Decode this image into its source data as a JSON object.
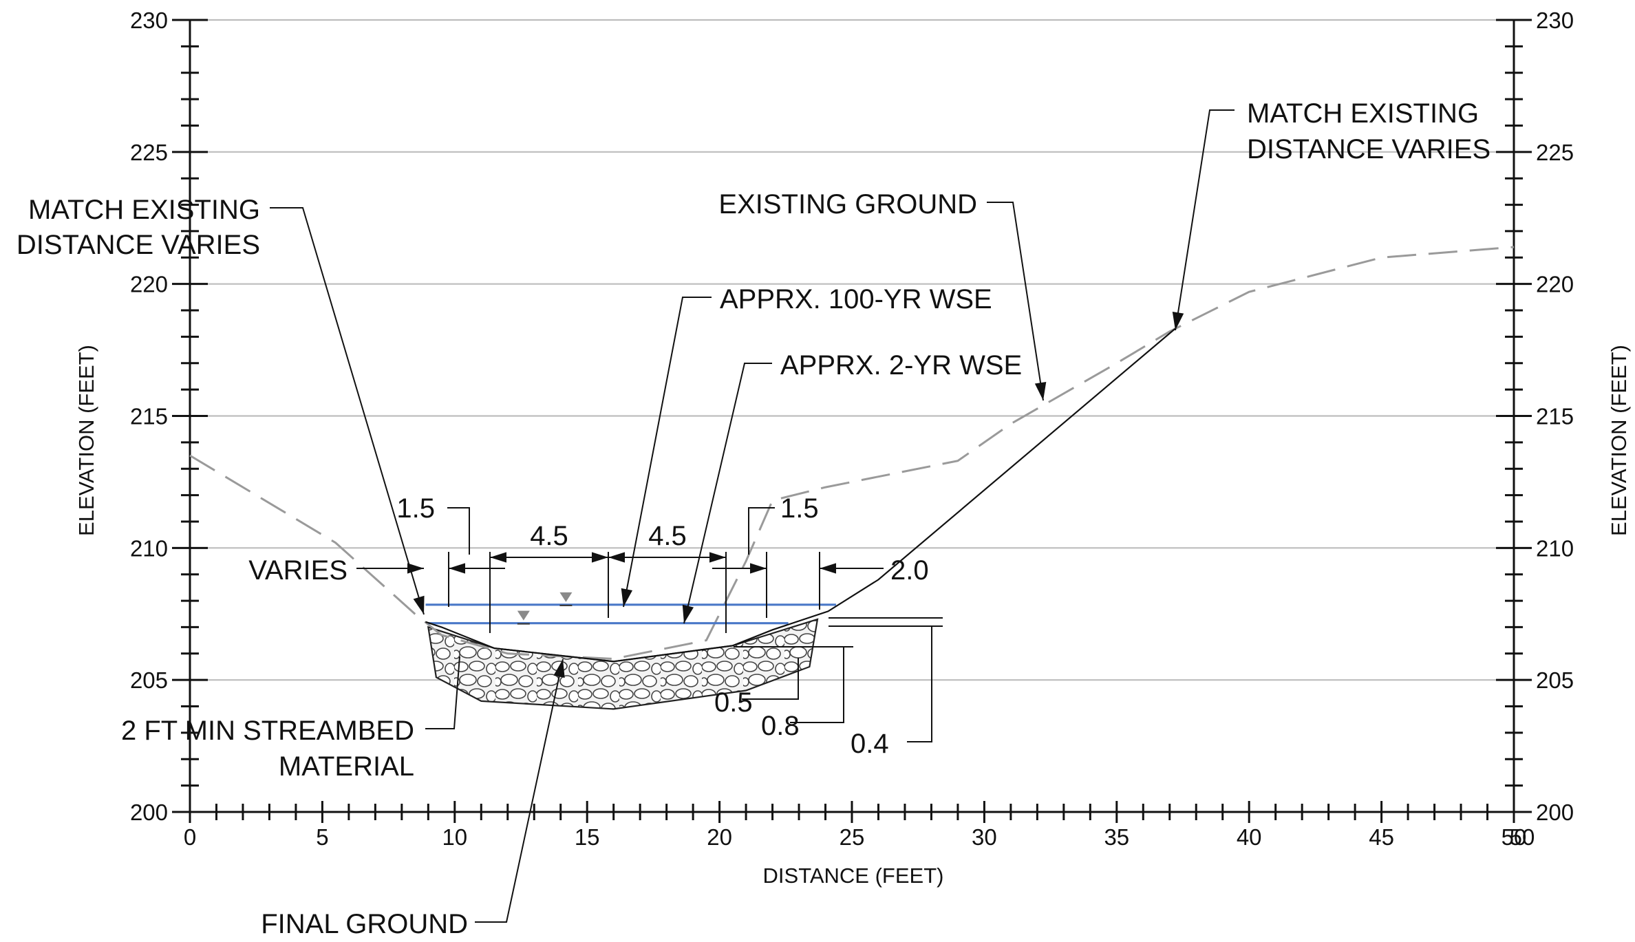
{
  "chart_data": {
    "type": "cross-section",
    "xlabel": "DISTANCE (FEET)",
    "ylabel": "ELEVATION (FEET)",
    "xlim": [
      0,
      50
    ],
    "ylim": [
      200,
      230
    ],
    "x_ticks": [
      0,
      5,
      10,
      15,
      20,
      25,
      30,
      35,
      40,
      45,
      50
    ],
    "x_tick_labels": [
      "0",
      "5",
      "10",
      "15",
      "20",
      "25",
      "30",
      "35",
      "40",
      "45",
      "50"
    ],
    "x_tick_label_at_right_axis": "50",
    "y_ticks": [
      200,
      205,
      210,
      215,
      220,
      225,
      230
    ],
    "y_tick_labels": [
      "200",
      "205",
      "210",
      "215",
      "220",
      "225",
      "230"
    ],
    "grid": true,
    "series": [
      {
        "key": "existing_ground",
        "style": "dashed-gray",
        "points": [
          [
            0,
            213.5
          ],
          [
            5.5,
            210.2
          ],
          [
            8.5,
            207.5
          ],
          [
            9.5,
            206.7
          ],
          [
            12,
            206.0
          ],
          [
            16,
            205.8
          ],
          [
            19.5,
            206.5
          ],
          [
            21,
            209.5
          ],
          [
            22,
            211.8
          ],
          [
            24,
            212.3
          ],
          [
            29,
            213.3
          ],
          [
            31,
            214.7
          ],
          [
            35,
            217.0
          ],
          [
            37,
            218.2
          ],
          [
            40,
            219.7
          ],
          [
            45,
            221.0
          ],
          [
            50,
            221.4
          ]
        ]
      },
      {
        "key": "final_ground",
        "style": "solid-black",
        "points": [
          [
            8.9,
            207.2
          ],
          [
            9.5,
            207.0
          ],
          [
            11.5,
            206.2
          ],
          [
            16,
            205.7
          ],
          [
            20.5,
            206.3
          ],
          [
            22,
            206.9
          ],
          [
            24.1,
            207.6
          ],
          [
            26,
            208.8
          ],
          [
            37.2,
            218.3
          ]
        ]
      },
      {
        "key": "streambed_material",
        "style": "cobble-fill",
        "points": [
          [
            9.0,
            207.0
          ],
          [
            11.5,
            206.2
          ],
          [
            16,
            205.7
          ],
          [
            20.5,
            206.3
          ],
          [
            23.7,
            207.3
          ],
          [
            23.4,
            205.5
          ],
          [
            21,
            204.6
          ],
          [
            16,
            203.9
          ],
          [
            11,
            204.2
          ],
          [
            9.3,
            205.1
          ]
        ]
      },
      {
        "key": "wse_100yr",
        "style": "solid-blue",
        "points": [
          [
            8.9,
            207.85
          ],
          [
            24.4,
            207.85
          ]
        ]
      },
      {
        "key": "wse_2yr",
        "style": "solid-blue",
        "points": [
          [
            9.0,
            207.15
          ],
          [
            22.6,
            207.15
          ]
        ]
      }
    ],
    "annotations": [
      {
        "key": "match_existing_left",
        "lines": [
          "MATCH EXISTING",
          "DISTANCE VARIES"
        ]
      },
      {
        "key": "match_existing_right",
        "lines": [
          "MATCH EXISTING",
          "DISTANCE VARIES"
        ]
      },
      {
        "key": "existing_ground",
        "lines": [
          "EXISTING GROUND"
        ]
      },
      {
        "key": "wse_100",
        "lines": [
          "APPRX. 100-YR WSE"
        ]
      },
      {
        "key": "wse_2",
        "lines": [
          "APPRX. 2-YR WSE"
        ]
      },
      {
        "key": "varies",
        "lines": [
          "VARIES"
        ]
      },
      {
        "key": "streambed",
        "lines": [
          "2 FT MIN STREAMBED",
          "MATERIAL"
        ]
      },
      {
        "key": "final_ground",
        "lines": [
          "FINAL GROUND"
        ]
      }
    ],
    "dimensions": {
      "left_bench": "1.5",
      "left_half_width": "4.5",
      "right_half_width": "4.5",
      "right_bench": "1.5",
      "right_top": "2.0",
      "depth_a": "0.5",
      "depth_b": "0.8",
      "depth_c": "0.4"
    }
  }
}
